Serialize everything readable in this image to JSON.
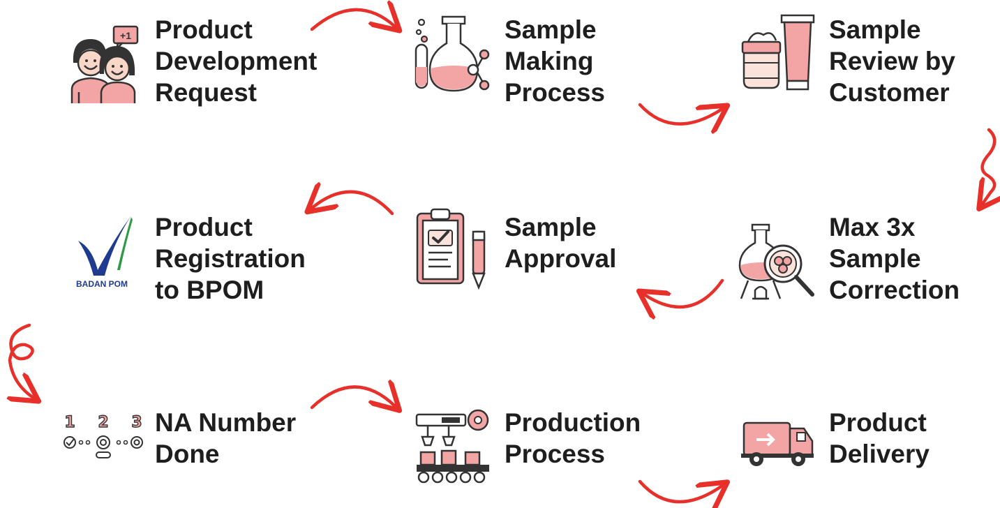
{
  "steps": [
    {
      "lines": [
        "Product",
        "Development",
        "Request"
      ],
      "icon": "team-request-icon"
    },
    {
      "lines": [
        "Sample",
        "Making",
        "Process"
      ],
      "icon": "lab-flask-icon"
    },
    {
      "lines": [
        "Sample",
        "Review by",
        "Customer"
      ],
      "icon": "cosmetic-jar-tube-icon"
    },
    {
      "lines": [
        "Max 3x",
        "Sample",
        "Correction"
      ],
      "icon": "flask-magnifier-icon"
    },
    {
      "lines": [
        "Sample",
        "Approval"
      ],
      "icon": "clipboard-check-icon"
    },
    {
      "lines": [
        "Product",
        "Registration",
        "to BPOM"
      ],
      "icon": "badan-pom-logo"
    },
    {
      "lines": [
        "NA Number",
        "Done"
      ],
      "icon": "numbered-steps-icon"
    },
    {
      "lines": [
        "Production",
        "Process"
      ],
      "icon": "factory-conveyor-icon"
    },
    {
      "lines": [
        "Product",
        "Delivery"
      ],
      "icon": "delivery-truck-icon"
    }
  ],
  "badge_text": "+1",
  "logo_text": "BADAN POM",
  "number_digits": [
    "1",
    "2",
    "3"
  ],
  "colors": {
    "text": "#1e1e1e",
    "arrow": "#e8302a",
    "icon_fill": "#f3a5a5",
    "icon_stroke": "#333333",
    "logo_blue": "#1f3b8f",
    "logo_green": "#2e9a47"
  }
}
